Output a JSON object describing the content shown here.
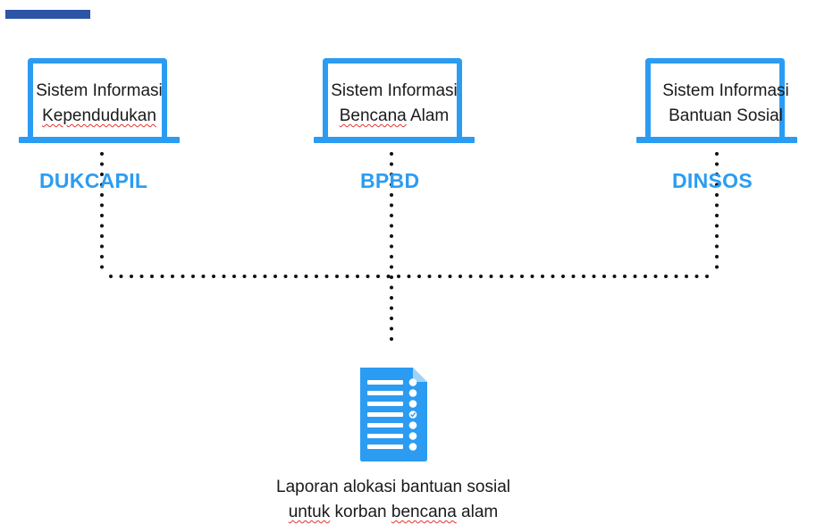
{
  "systems": [
    {
      "line1": "Sistem Informasi",
      "line2": "Kependudukan",
      "agency": "DUKCAPIL"
    },
    {
      "line1": "Sistem Informasi",
      "line2_main": "Bencana",
      "line2_rest": " Alam",
      "agency": "BPBD"
    },
    {
      "line1": "Sistem Informasi",
      "line2": "Bantuan Sosial",
      "agency": "DINSOS"
    }
  ],
  "report": {
    "line1": "Laporan alokasi bantuan sosial",
    "line2_a": "untuk",
    "line2_b": " korban ",
    "line2_c": "bencana",
    "line2_d": " alam"
  },
  "colors": {
    "accent": "#2b9cf2",
    "bar": "#2d55a5",
    "connector": "#111111"
  }
}
